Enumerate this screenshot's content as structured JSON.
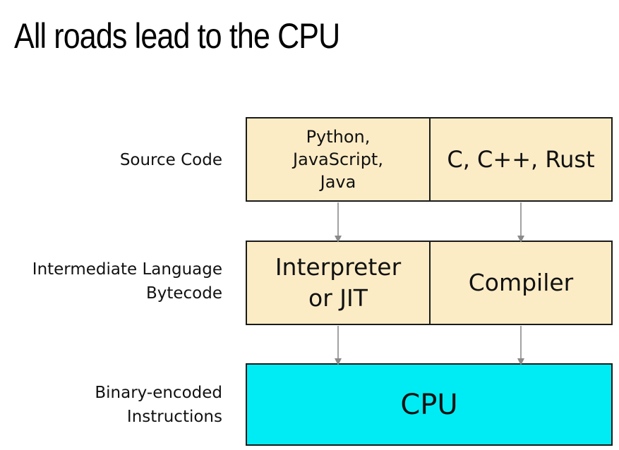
{
  "title": "All roads lead to the CPU",
  "rows": {
    "source": {
      "label": "Source Code",
      "interpreted": "Python,\nJavaScript,\nJava",
      "compiled": "C, C++, Rust"
    },
    "intermediate": {
      "label_line1": "Intermediate Language",
      "label_line2": "Bytecode",
      "interpreted": "Interpreter\nor JIT",
      "compiled": "Compiler"
    },
    "binary": {
      "label_line1": "Binary-encoded",
      "label_line2": "Instructions",
      "box": "CPU"
    }
  },
  "colors": {
    "box_fill": "#fcecc6",
    "cpu_fill": "#00ecf4",
    "arrow": "#8a8a8a"
  }
}
